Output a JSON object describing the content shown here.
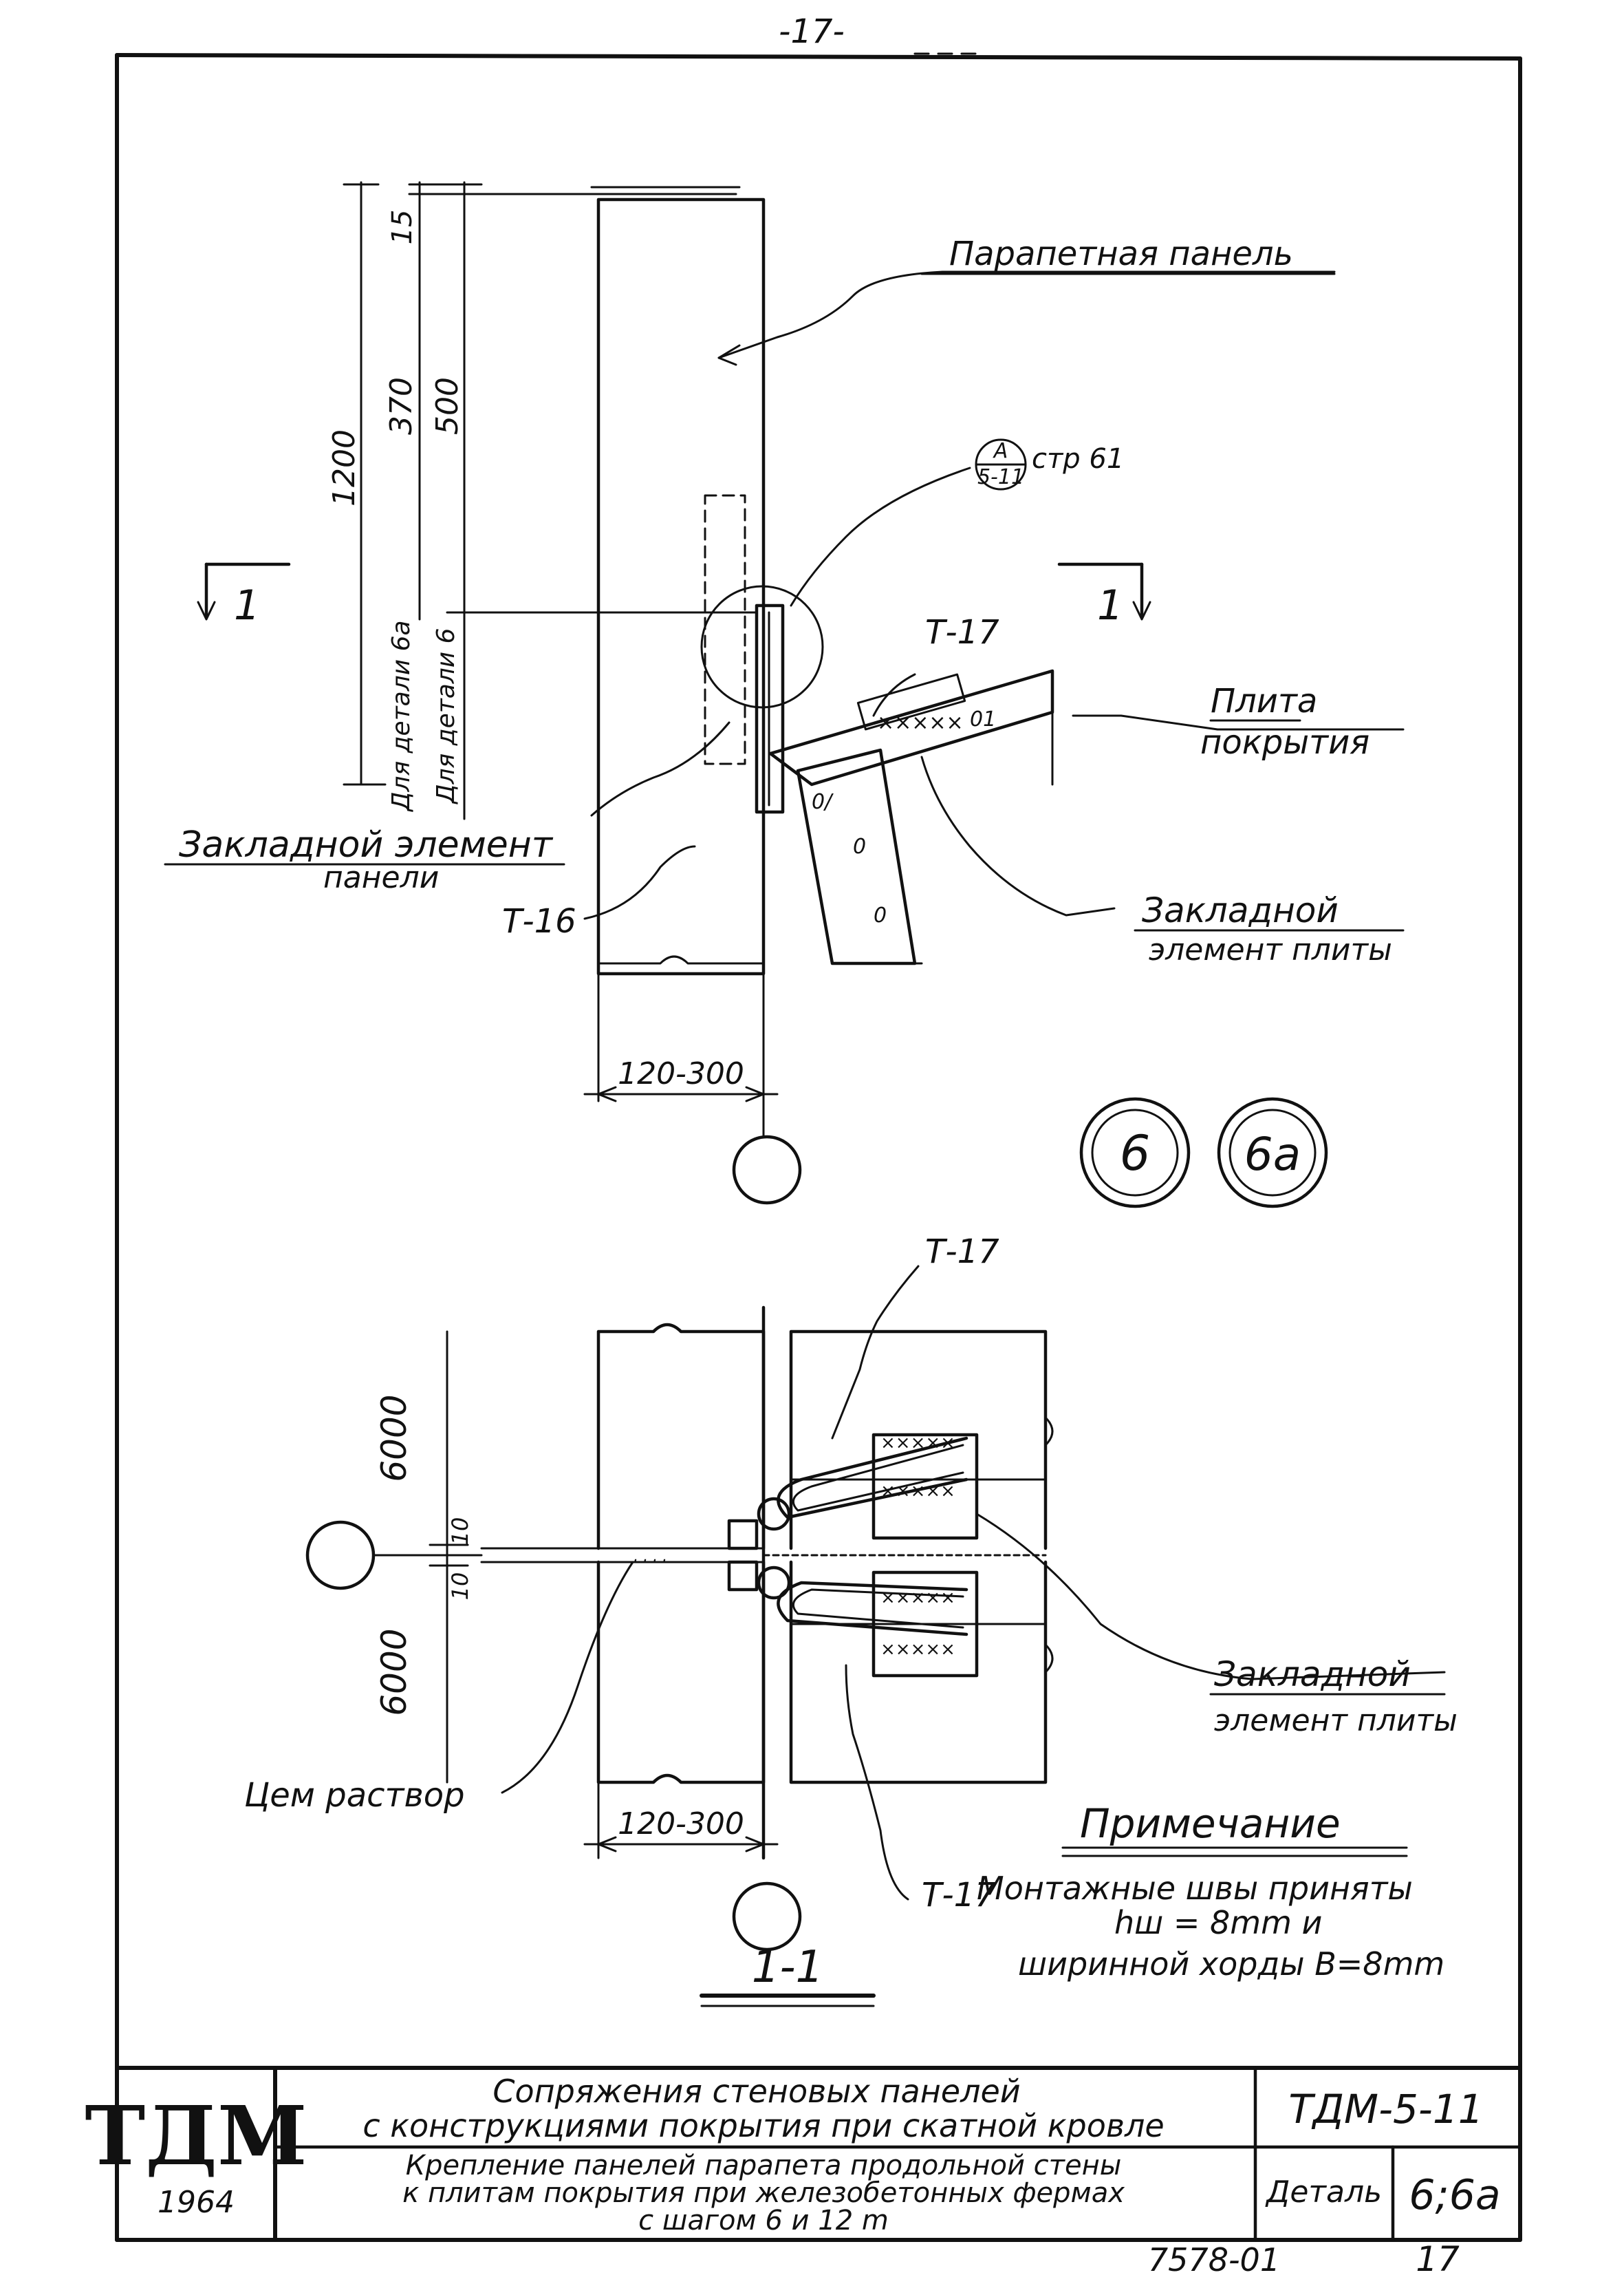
{
  "page_number": "-17-",
  "top_view": {
    "label_parapet_panel": "Парапетная панель",
    "label_ref_letter": "A",
    "label_ref_sheet": "5-11",
    "label_ref_page": "стр 61",
    "label_t17": "Т-17",
    "label_t16": "Т-16",
    "label_slab": "Плита",
    "label_slab_2": "покрытия",
    "label_embed_panel_1": "Закладной элемент",
    "label_embed_panel_2": "панели",
    "label_embed_slab_1": "Закладной",
    "label_embed_slab_2": "элемент плиты",
    "section_mark_left": "1",
    "section_mark_right": "1",
    "dim_15": "15",
    "dim_370": "370",
    "dim_500": "500",
    "dim_1200": "1200",
    "dim_detail_6a": "Для детали 6а",
    "dim_detail_6": "Для детали 6",
    "dim_width": "120-300",
    "detail_6": "6",
    "detail_6a": "6а"
  },
  "plan_view": {
    "label_t17_top": "Т-17",
    "label_t17_bottom": "Т-17",
    "dim_6000_top": "6000",
    "dim_6000_bottom": "6000",
    "dim_10a": "10",
    "dim_10b": "10",
    "label_mortar": "Цем раствор",
    "dim_width": "120-300",
    "label_embed_slab_1": "Закладной",
    "label_embed_slab_2": "элемент плиты",
    "section_title": "1-1"
  },
  "note": {
    "title": "Примечание",
    "line1": "Монтажные швы приняты",
    "line2": "hш = 8mm и",
    "line3": "ширинной хорды В=8mm"
  },
  "title_block": {
    "logo": "ТДМ",
    "year": "1964",
    "title_line1": "Сопряжения стеновых панелей",
    "title_line2": "с конструкциями покрытия при скатной кровле",
    "code": "ТДМ-5-11",
    "desc_line1": "Крепление панелей парапета продольной стены",
    "desc_line2": "к плитам покрытия при железобетонных фермах",
    "desc_line3": "с шагом 6 и 12 m",
    "detail_label": "Деталь",
    "detail_value": "6;6а"
  },
  "footer": {
    "archive_number": "7578-01",
    "sheet": "17"
  }
}
